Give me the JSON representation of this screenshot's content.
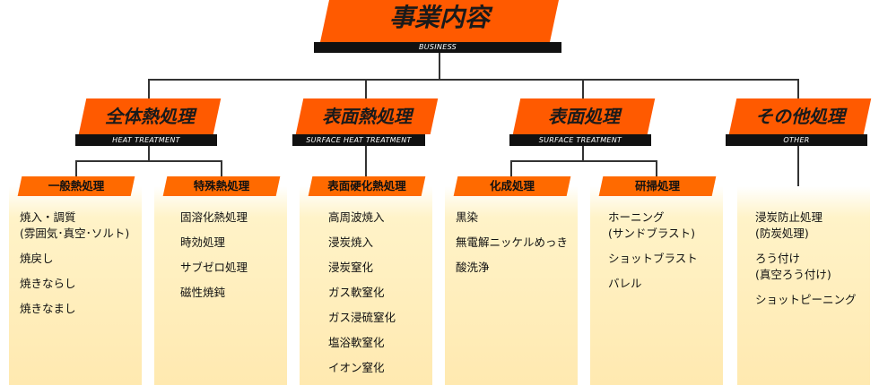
{
  "title": {
    "ja": "事業内容",
    "en": "BUSINESS"
  },
  "categories": [
    {
      "ja": "全体熱処理",
      "en": "HEAT TREATMENT",
      "groups": [
        {
          "label": "一般熱処理",
          "items": [
            "焼入・調質\n(雰囲気･真空･ソルト)",
            "焼戻し",
            "焼きならし",
            "焼きなまし"
          ]
        },
        {
          "label": "特殊熱処理",
          "items": [
            "固溶化熱処理",
            "時効処理",
            "サブゼロ処理",
            "磁性焼鈍"
          ]
        }
      ]
    },
    {
      "ja": "表面熱処理",
      "en": "SURFACE HEAT TREATMENT",
      "groups": [
        {
          "label": "表面硬化熱処理",
          "items": [
            "高周波焼入",
            "浸炭焼入",
            "浸炭窒化",
            "ガス軟窒化",
            "ガス浸硫窒化",
            "塩浴軟窒化",
            "イオン窒化"
          ]
        }
      ]
    },
    {
      "ja": "表面処理",
      "en": "SURFACE TREATMENT",
      "groups": [
        {
          "label": "化成処理",
          "items": [
            "黒染",
            "無電解ニッケルめっき",
            "酸洗浄"
          ]
        },
        {
          "label": "研掃処理",
          "items": [
            "ホーニング\n(サンドブラスト)",
            "ショットブラスト",
            "バレル"
          ]
        }
      ]
    },
    {
      "ja": "その他処理",
      "en": "OTHER",
      "groups": [
        {
          "label": "",
          "items": [
            "浸炭防止処理\n(防炭処理)",
            "ろう付け\n(真空ろう付け)",
            "ショットピーニング"
          ]
        }
      ]
    }
  ],
  "colors": {
    "accent": "#ff5a00",
    "band": "#111111",
    "box_top": "#ffffff",
    "box_bottom": "#ffe9b0",
    "line": "#333333"
  }
}
